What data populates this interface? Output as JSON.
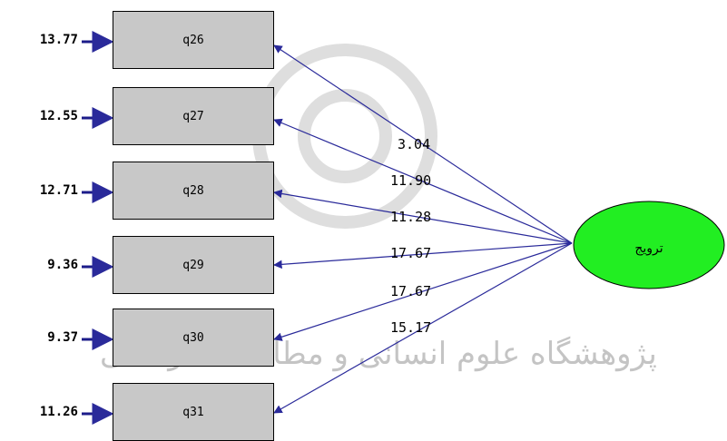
{
  "latent": {
    "label": "ترويج"
  },
  "indicators": [
    {
      "name": "q26",
      "error": "13.77",
      "coef": "3.04"
    },
    {
      "name": "q27",
      "error": "12.55",
      "coef": "11.90"
    },
    {
      "name": "q28",
      "error": "12.71",
      "coef": "11.28"
    },
    {
      "name": "q29",
      "error": "9.36",
      "coef": "17.67"
    },
    {
      "name": "q30",
      "error": "9.37",
      "coef": "17.67"
    },
    {
      "name": "q31",
      "error": "11.26",
      "coef": "15.17"
    }
  ],
  "watermark": "پژوهشگاه علوم انسانی و مطالعات فرهنگی",
  "colors": {
    "latent_fill": "#22ee22",
    "arrow": "#2a2a9a",
    "box_fill": "#c8c8c8"
  }
}
